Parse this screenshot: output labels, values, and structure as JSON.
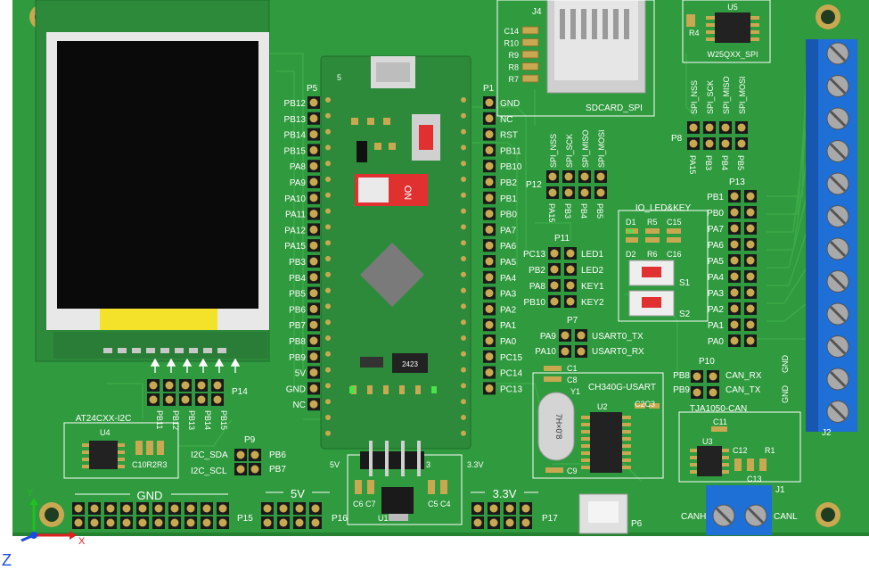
{
  "board": {
    "colors": {
      "pcb": "#2f9a3e",
      "pcb_dark": "#23812f",
      "silk": "#ffffff",
      "pad": "#c8a850",
      "terminal": "#1e6fd6",
      "screen": "#0a0a0a",
      "yellow": "#f3e12a",
      "module": "#2c8a3a"
    },
    "titles": {
      "sdcard": "SDCARD_SPI",
      "flash": "W25QXX_SPI",
      "io": "IO_LED&KEY",
      "usart": "CH340G-USART",
      "can": "TJA1050-CAN",
      "eeprom": "AT24CXX-I2C",
      "gnd": "GND",
      "v5": "5V",
      "v33": "3.3V"
    },
    "refs": {
      "j4": "J4",
      "u5": "U5",
      "r4": "R4",
      "p5": "P5",
      "p1": "P1",
      "p12": "P12",
      "p8": "P8",
      "p13": "P13",
      "p11": "P11",
      "p7": "P7",
      "p10": "P10",
      "p14": "P14",
      "u4": "U4",
      "p9": "P9",
      "p15": "P15",
      "p16": "P16",
      "p17": "P17",
      "u1": "U1",
      "u2": "U2",
      "u3": "U3",
      "p6": "P6",
      "j1": "J1",
      "j2": "J2",
      "y1": "Y1",
      "s1": "S1",
      "s2": "S2",
      "d1": "D1",
      "d2": "D2",
      "r5": "R5",
      "r6": "R6",
      "c15": "C15",
      "c16": "C16",
      "c1": "C1",
      "c8": "C8",
      "c9": "C9",
      "c2c3": "C2C3",
      "c11": "C11",
      "c12": "C12",
      "c13": "C13",
      "r1": "R1",
      "c10r2r3": "C10R2R3",
      "c6": "C6",
      "c7": "C7",
      "c5": "C5",
      "c4": "C4",
      "u3chip": "3"
    },
    "sd_parts": [
      "C14",
      "R10",
      "R9",
      "R8",
      "R7"
    ],
    "p5_labels": [
      "PB12",
      "PB13",
      "PB14",
      "PB15",
      "PA8",
      "PA9",
      "PA10",
      "PA11",
      "PA12",
      "PA15",
      "PB3",
      "PB4",
      "PB5",
      "PB6",
      "PB7",
      "PB8",
      "PB9",
      "5V",
      "GND",
      "NC"
    ],
    "p1_labels": [
      "GND",
      "NC",
      "RST",
      "PB11",
      "PB10",
      "PB2",
      "PB1",
      "PB0",
      "PA7",
      "PA6",
      "PA5",
      "PA4",
      "PA3",
      "PA2",
      "PA1",
      "PA0",
      "PC15",
      "PC14",
      "PC13"
    ],
    "p12_top": [
      "SPI_NSS",
      "SPI_SCK",
      "SPI_MISO",
      "SPI_MOSI"
    ],
    "p12_bottom": [
      "PA15",
      "PB3",
      "PB4",
      "PB5"
    ],
    "p8_top": [
      "SPI_NSS",
      "SPI_SCK",
      "SPI_MISO",
      "SPI_MOSI"
    ],
    "p8_bottom": [
      "PA15",
      "PB3",
      "PB4",
      "PB5"
    ],
    "p13_labels": [
      "PB1",
      "PB0",
      "PA7",
      "PA6",
      "PA5",
      "PA4",
      "PA3",
      "PA2",
      "PA1",
      "PA0"
    ],
    "p11_left": [
      "PC13",
      "PB2",
      "PA8",
      "PB10"
    ],
    "p11_right": [
      "LED1",
      "LED2",
      "KEY1",
      "KEY2"
    ],
    "p7_left": [
      "PA9",
      "PA10"
    ],
    "p7_right": [
      "USART0_TX",
      "USART0_RX"
    ],
    "p10_left": [
      "PB8",
      "PB9"
    ],
    "p10_right": [
      "CAN_RX",
      "CAN_TX"
    ],
    "can_gnd": [
      "GND",
      "GND"
    ],
    "p14_labels": [
      "PB11",
      "PB12",
      "PB13",
      "PB14",
      "PB15"
    ],
    "i2c": [
      "I2C_SDA",
      "I2C_SCL"
    ],
    "p9_labels": [
      "PB6",
      "PB7"
    ],
    "v5_small": "5V",
    "v33_small": "3.3V",
    "canh": "CANH",
    "canl": "CANL",
    "switch_text": "ON",
    "crystal_text": "7H×0'8",
    "chip_text": "2423",
    "module_ref": "5",
    "axis": {
      "x": "X",
      "y": "Y",
      "z": "Z"
    }
  }
}
